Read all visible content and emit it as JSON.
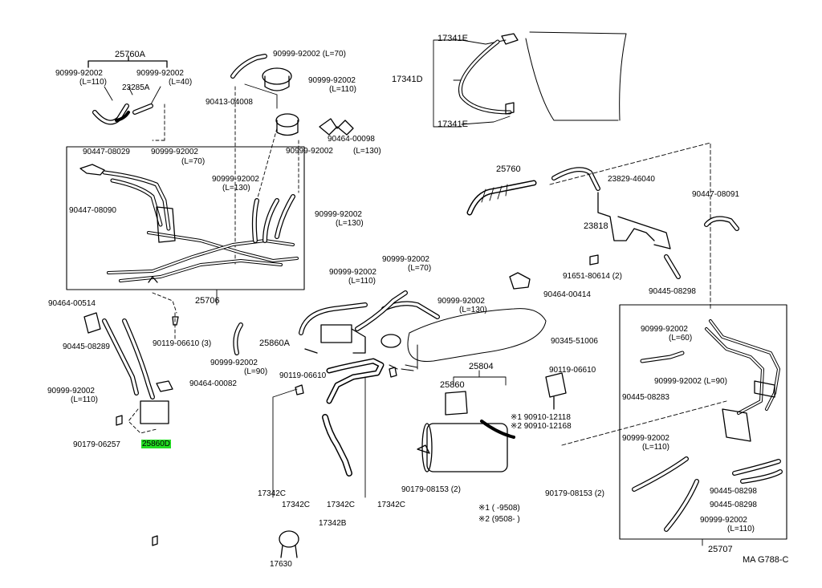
{
  "diagram_id": "MA G788-C",
  "highlighted_part": "25860D",
  "parts": {
    "p25760A": "25760A",
    "p90999_92002_a": "90999-92002",
    "p_l110_a": "(L=110)",
    "p90999_92002_b": "90999-92002",
    "p_l40": "(L=40)",
    "p23285A": "23285A",
    "p90999_92002_c": "90999-92002 (L=70)",
    "p90999_92002_d": "90999-92002",
    "p_l110_d": "(L=110)",
    "p90413_04008": "90413-04008",
    "p90464_00098": "90464-00098",
    "p90999_92002_e": "90999-92002",
    "p_l130_e": "(L=130)",
    "p90447_08029": "90447-08029",
    "p90999_92002_f": "90999-92002",
    "p_l70_f": "(L=70)",
    "p90447_08090": "90447-08090",
    "p90999_92002_g": "90999-92002",
    "p_l130_g": "(L=130)",
    "p90999_92002_h": "90999-92002",
    "p_l130_h": "(L=130)",
    "p25706": "25706",
    "p17341E_top": "17341E",
    "p17341D": "17341D",
    "p17341E_bot": "17341E",
    "p25760": "25760",
    "p23829_46040": "23829-46040",
    "p23818": "23818",
    "p90447_08091": "90447-08091",
    "p91651_80614": "91651-80614 (2)",
    "p90445_08298_a": "90445-08298",
    "p90464_00414": "90464-00414",
    "p90345_51006": "90345-51006",
    "p90999_92002_i": "90999-92002",
    "p_l70_i": "(L=70)",
    "p90999_92002_j": "90999-92002",
    "p_l110_j": "(L=110)",
    "p90999_92002_k": "90999-92002",
    "p_l130_k": "(L=130)",
    "p25860A": "25860A",
    "p90119_06610_a": "90119-06610",
    "p90464_00514": "90464-00514",
    "p90445_08289": "90445-08289",
    "p90119_06610_b": "90119-06610 (3)",
    "p90999_92002_l": "90999-92002",
    "p_l90_l": "(L=90)",
    "p90464_00082": "90464-00082",
    "p90999_92002_m": "90999-92002",
    "p_l110_m": "(L=110)",
    "p90179_06257": "90179-06257",
    "p25860D": "25860D",
    "p25804": "25804",
    "p25860": "25860",
    "p90119_06610_c": "90119-06610",
    "p90910_12118": "※1 90910-12118",
    "p90910_12168": "※2 90910-12168",
    "p90179_08153_a": "90179-08153 (2)",
    "p90179_08153_b": "90179-08153 (2)",
    "p17342C_a": "17342C",
    "p17342C_b": "17342C",
    "p17342C_c": "17342C",
    "p17342C_d": "17342C",
    "p17342B": "17342B",
    "p17630": "17630",
    "p90999_92002_n": "90999-92002",
    "p_l60_n": "(L=60)",
    "p90999_92002_o": "90999-92002 (L=90)",
    "p90445_08283": "90445-08283",
    "p90999_92002_p": "90999-92002",
    "p_l110_p": "(L=110)",
    "p90445_08298_b": "90445-08298",
    "p90445_08298_c": "90445-08298",
    "p90999_92002_q": "90999-92002",
    "p_l110_q": "(L=110)",
    "p25707": "25707"
  },
  "legend": {
    "note1_mark": "※1",
    "note1_range": "(     -9508)",
    "note2_mark": "※2",
    "note2_range": "(9508-     )"
  }
}
